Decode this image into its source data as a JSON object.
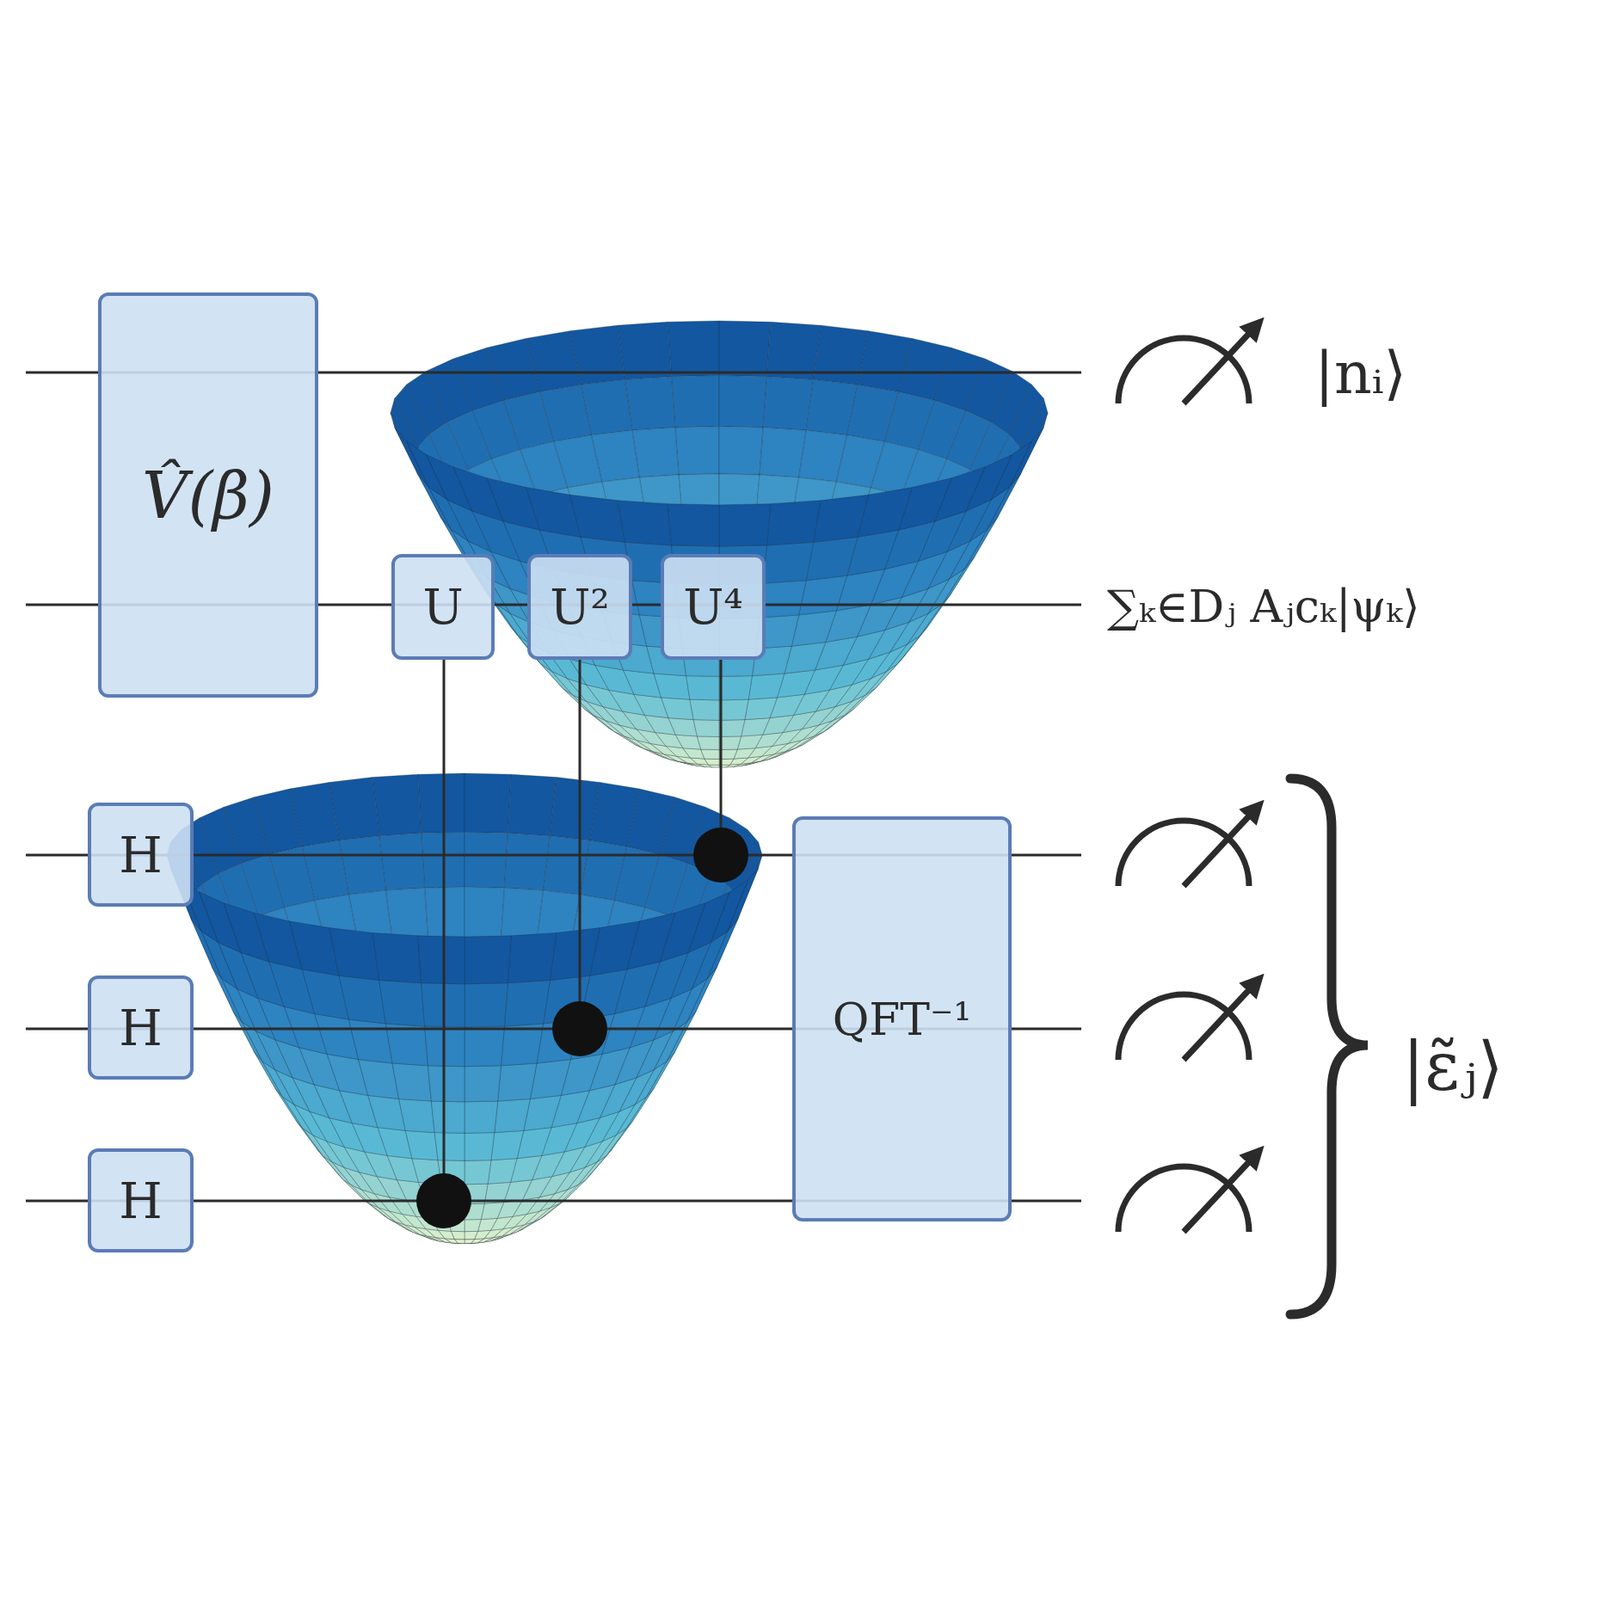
{
  "diagram": {
    "nodes": [
      {
        "text": [
          "V̂(β)"
        ]
      },
      {
        "text": [
          "U"
        ]
      },
      {
        "text": [
          "U²"
        ]
      },
      {
        "text": [
          "U⁴"
        ]
      },
      {
        "text": [
          "H"
        ]
      },
      {
        "text": [
          "H"
        ]
      },
      {
        "text": [
          "H"
        ]
      },
      {
        "text": [
          "QFT⁻¹"
        ]
      }
    ],
    "labels": [
      "|nᵢ⟩",
      "∑ₖ∈Dⱼ Aⱼcₖ|ψₖ⟩",
      "|ε̃ⱼ⟩"
    ]
  }
}
